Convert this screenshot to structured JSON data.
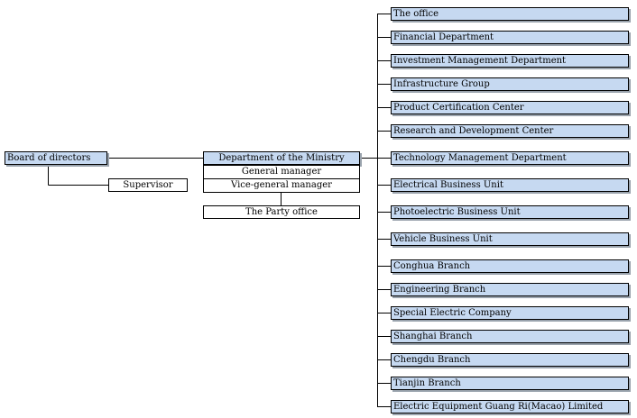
{
  "board": {
    "label": "Board of directors"
  },
  "supervisor": {
    "label": "Supervisor"
  },
  "ministry": {
    "title": "Department of the Ministry",
    "general_manager": "General manager",
    "vice_general_manager": "Vice-general manager"
  },
  "party_office": {
    "label": "The Party office"
  },
  "departments": [
    "The office",
    "Financial Department",
    "Investment Management Department",
    "Infrastructure Group",
    "Product Certification Center",
    "Research and Development Center",
    "Technology Management Department",
    "Electrical Business Unit",
    "Photoelectric Business Unit",
    "Vehicle Business Unit",
    "Conghua Branch",
    "Engineering Branch",
    "Special Electric Company",
    "Shanghai Branch",
    "Chengdu Branch",
    "Tianjin Branch",
    "Electric Equipment Guang Ri(Macao) Limited"
  ],
  "colors": {
    "box_fill": "#c6d9f1",
    "line": "#000000",
    "background": "#ffffff"
  }
}
